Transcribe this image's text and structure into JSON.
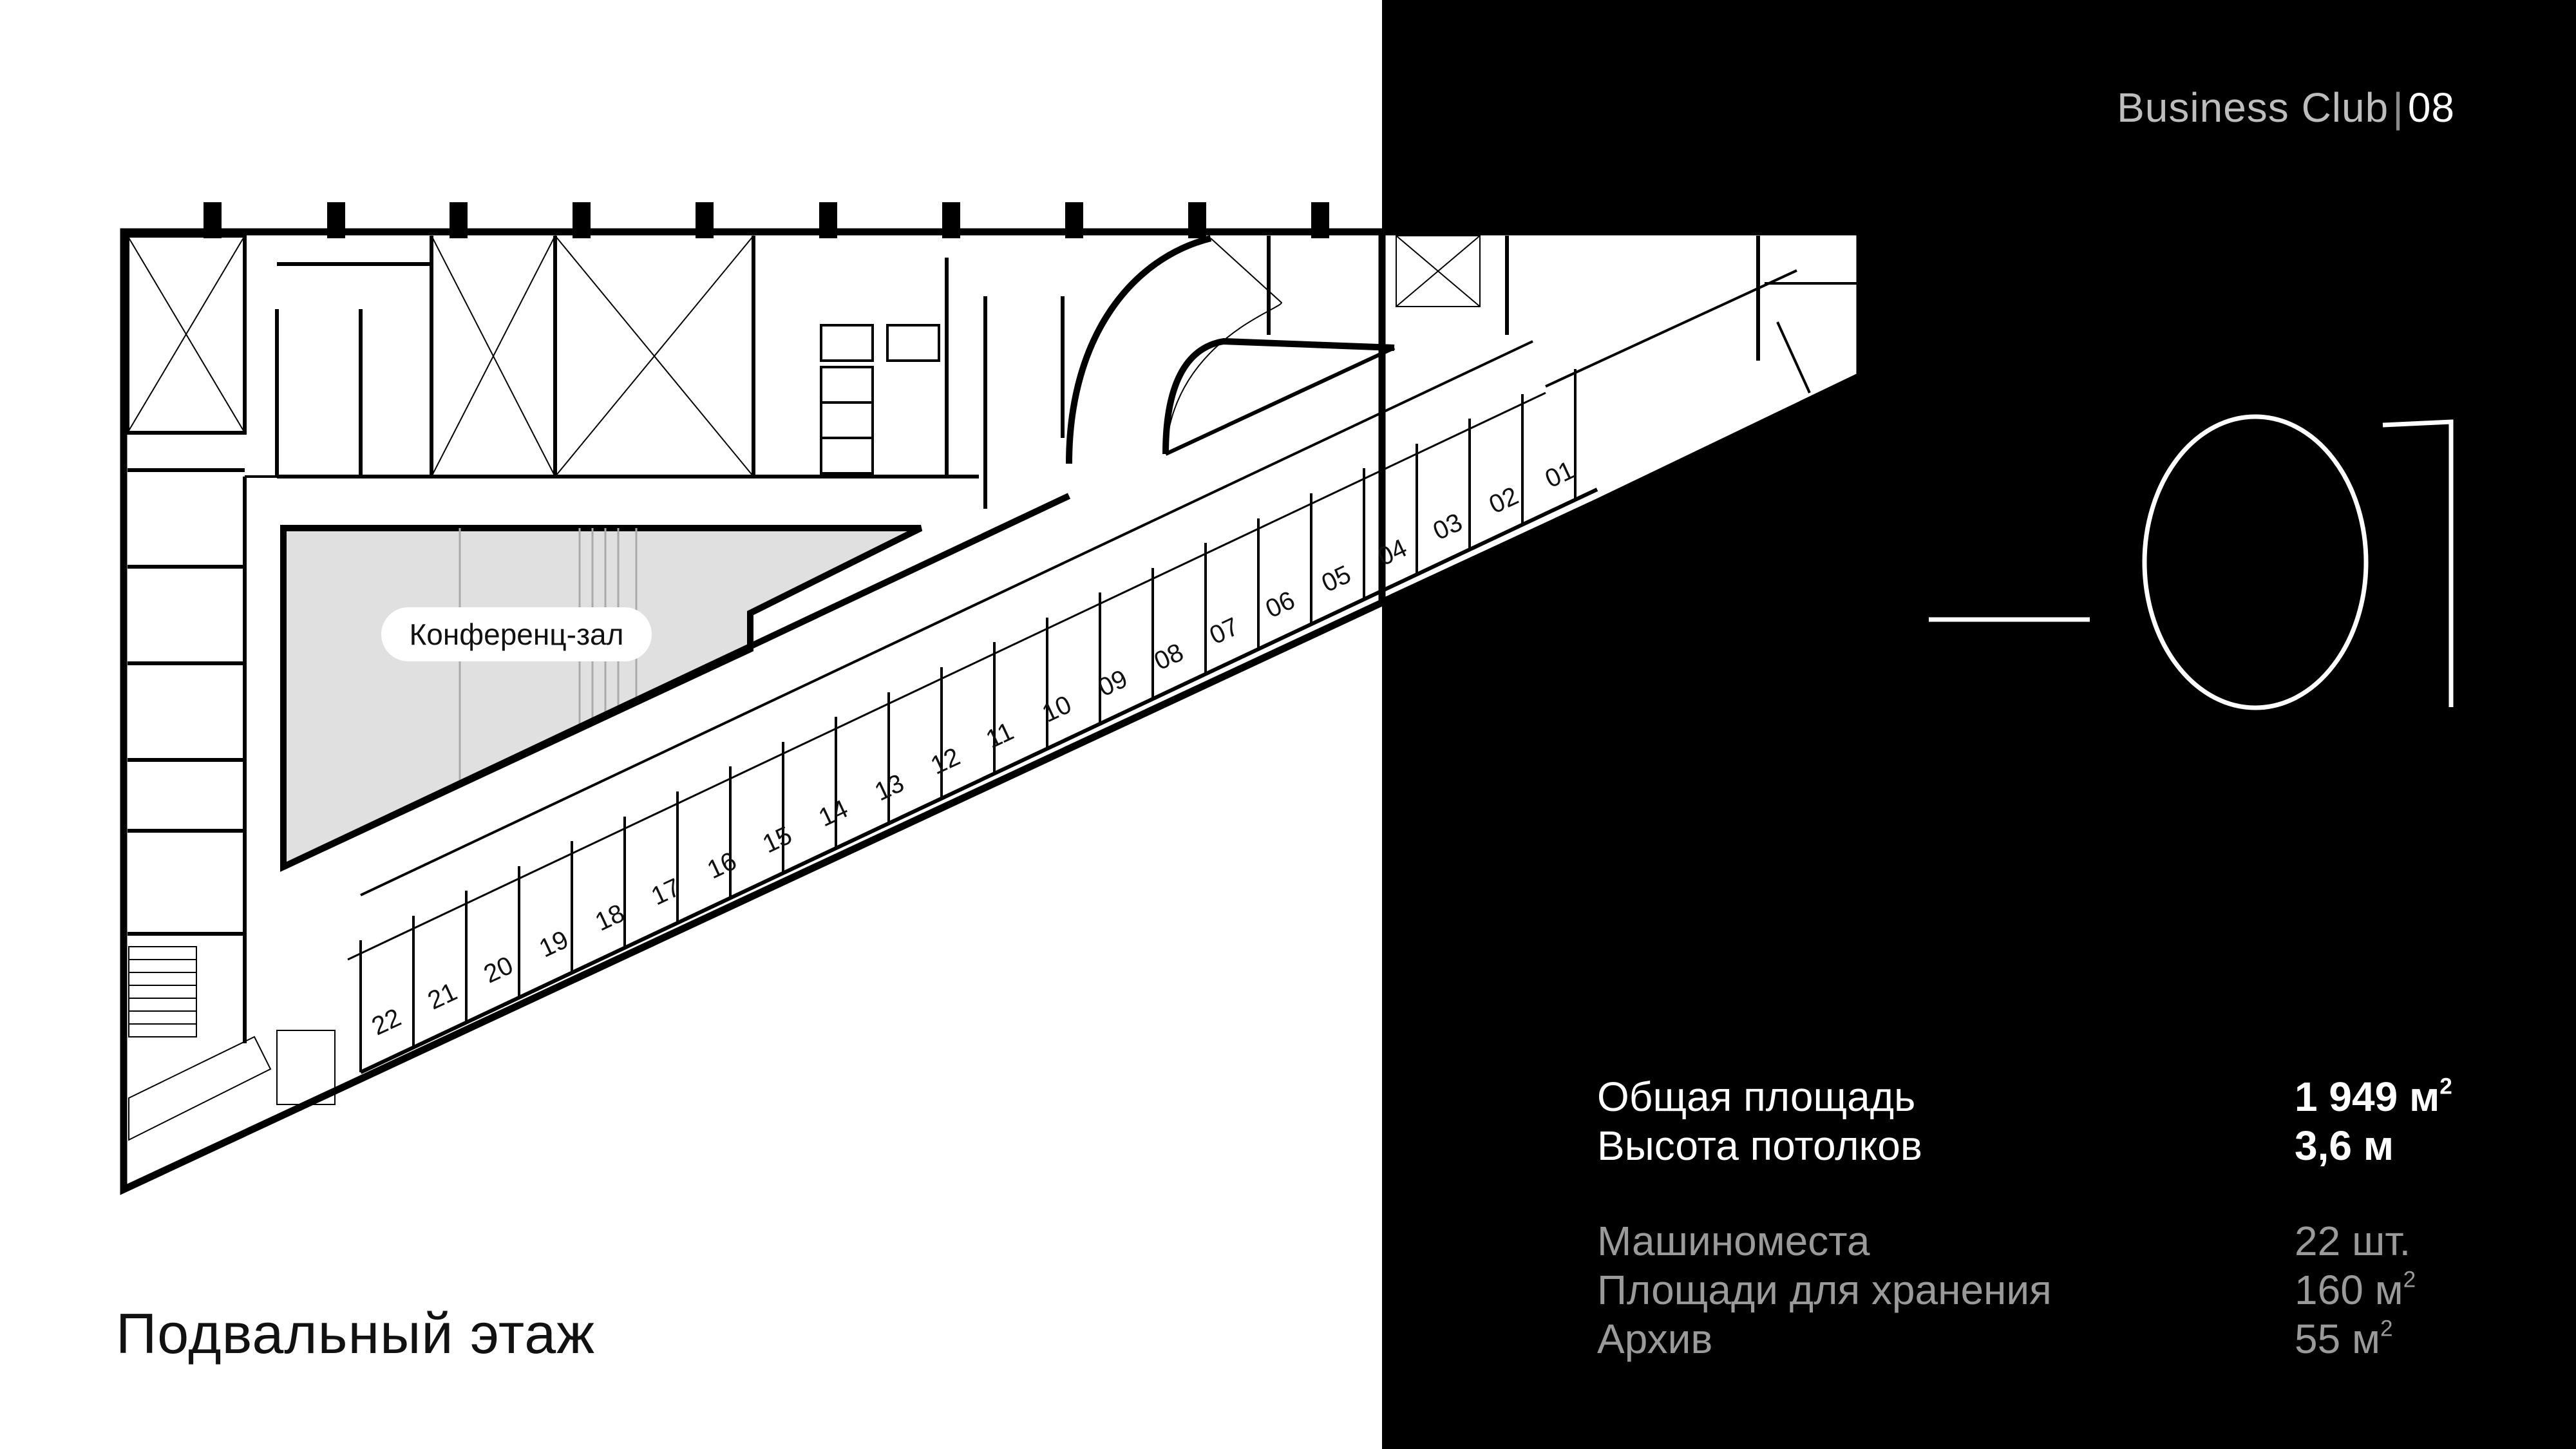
{
  "brand": {
    "name": "Business Club",
    "separator": "|",
    "number": "08"
  },
  "floor": {
    "number": "01",
    "title": "Подвальный этаж"
  },
  "plan": {
    "hall_label": "Конференц-зал",
    "parking_spots": [
      "01",
      "02",
      "03",
      "04",
      "05",
      "06",
      "07",
      "08",
      "09",
      "10",
      "11",
      "12",
      "13",
      "14",
      "15",
      "16",
      "17",
      "18",
      "19",
      "20",
      "21",
      "22"
    ]
  },
  "stats": {
    "total_area": {
      "label": "Общая площадь",
      "value": "1 949 м",
      "unit_sup": "2"
    },
    "ceiling": {
      "label": "Высота потолков",
      "value": "3,6 м"
    },
    "parking": {
      "label": "Машиноместа",
      "value": "22 шт."
    },
    "storage": {
      "label": "Площади для хранения",
      "value": "160 м",
      "unit_sup": "2"
    },
    "archive": {
      "label": "Архив",
      "value": "55 м",
      "unit_sup": "2"
    }
  },
  "colors": {
    "panel": "#000000",
    "hall_fill": "#e0e0e0",
    "wall": "#000000"
  }
}
